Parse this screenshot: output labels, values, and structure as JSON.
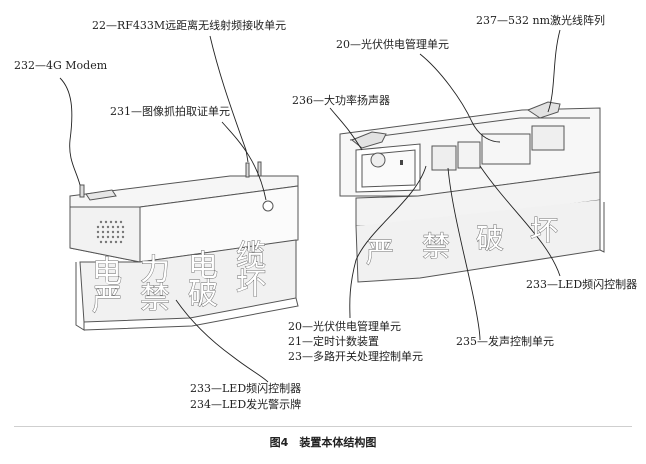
{
  "labels": {
    "rf433m": "22—RF433M远距离无线射频接收单元",
    "laser": "237—532 nm激光线阵列",
    "pv_top": "20—光伏供电管理单元",
    "modem": "232—4G Modem",
    "speaker": "236—大功率扬声器",
    "camera": "231—图像抓拍取证单元",
    "led_flash_right": "233—LED频闪控制器",
    "pv_bottom": "20—光伏供电管理单元",
    "timer": "21—定时计数装置",
    "multi_switch": "23—多路开关处理控制单元",
    "sound_ctrl": "235—发声控制单元",
    "led_flash_left": "233—LED频闪控制器",
    "led_sign": "234—LED发光警示牌"
  },
  "sign_left": {
    "row1": [
      "电",
      "力",
      "电",
      "缆"
    ],
    "row2": [
      "严",
      "禁",
      "破",
      "坏"
    ]
  },
  "sign_right": {
    "row1": [
      "严",
      "禁",
      "破",
      "坏"
    ]
  },
  "caption": "图4　装置本体结构图"
}
